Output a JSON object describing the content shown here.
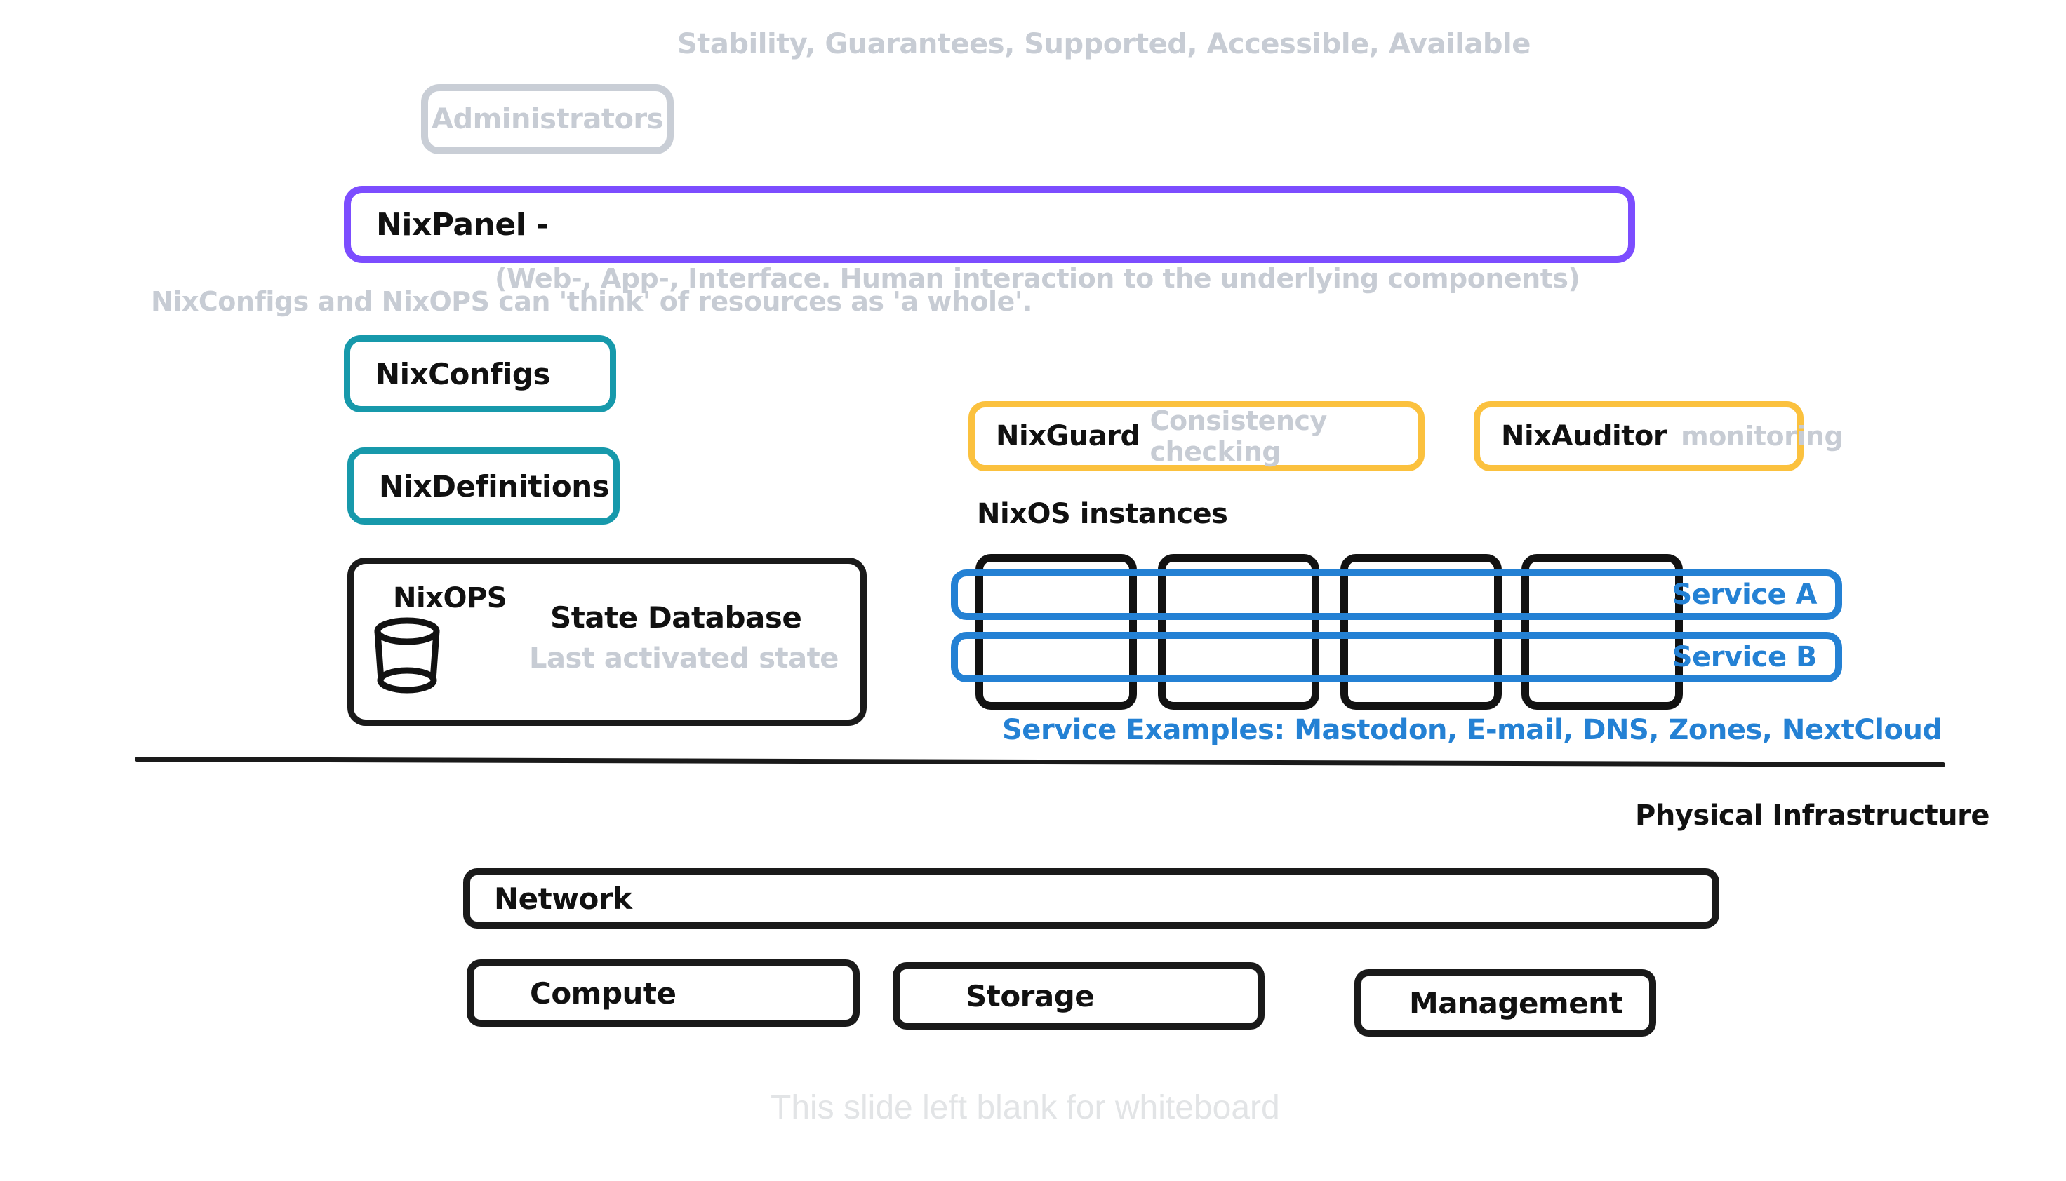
{
  "colors": {
    "purple": "#7c4dff",
    "teal": "#1799ab",
    "amber": "#fbc13e",
    "blue": "#2481d4",
    "black": "#1a1a1a",
    "gray": "#c7ccd4",
    "faint_gray": "#e2e4e6",
    "background": "#ffffff"
  },
  "captions": {
    "stability": "Stability, Guarantees, Supported, Accessible, Available",
    "nixpanel_detail": "(Web-, App-, Interface. Human interaction to the underlying components)",
    "think_as_whole": "NixConfigs and NixOPS can 'think' of resources as 'a whole'.",
    "whiteboard_note": "This slide left blank for whiteboard"
  },
  "actors": {
    "administrators": "Administrators"
  },
  "layers": {
    "nixpanel": {
      "label": "NixPanel -"
    },
    "config_boxes": [
      {
        "label": "NixConfigs"
      },
      {
        "label": "NixDefinitions"
      }
    ],
    "tool_boxes": [
      {
        "label": "NixGuard",
        "sub": "Consistency checking"
      },
      {
        "label": "NixAuditor",
        "sub": "monitoring"
      }
    ],
    "nixops": {
      "title": "NixOPS",
      "db_title": "State Database",
      "db_sub": "Last activated state",
      "db_icon": "database-cylinder-icon"
    },
    "instances": {
      "label": "NixOS instances",
      "count": 4,
      "boxes": [
        {
          "name": "instance-1"
        },
        {
          "name": "instance-2"
        },
        {
          "name": "instance-3"
        },
        {
          "name": "instance-4"
        }
      ]
    },
    "services": {
      "bars": [
        {
          "label": "Service A"
        },
        {
          "label": "Service B"
        }
      ],
      "examples": "Service Examples: Mastodon, E-mail, DNS, Zones, NextCloud"
    }
  },
  "physical": {
    "section_label": "Physical Infrastructure",
    "network": {
      "label": "Network"
    },
    "resources": [
      {
        "label": "Compute"
      },
      {
        "label": "Storage"
      },
      {
        "label": "Management"
      }
    ]
  }
}
